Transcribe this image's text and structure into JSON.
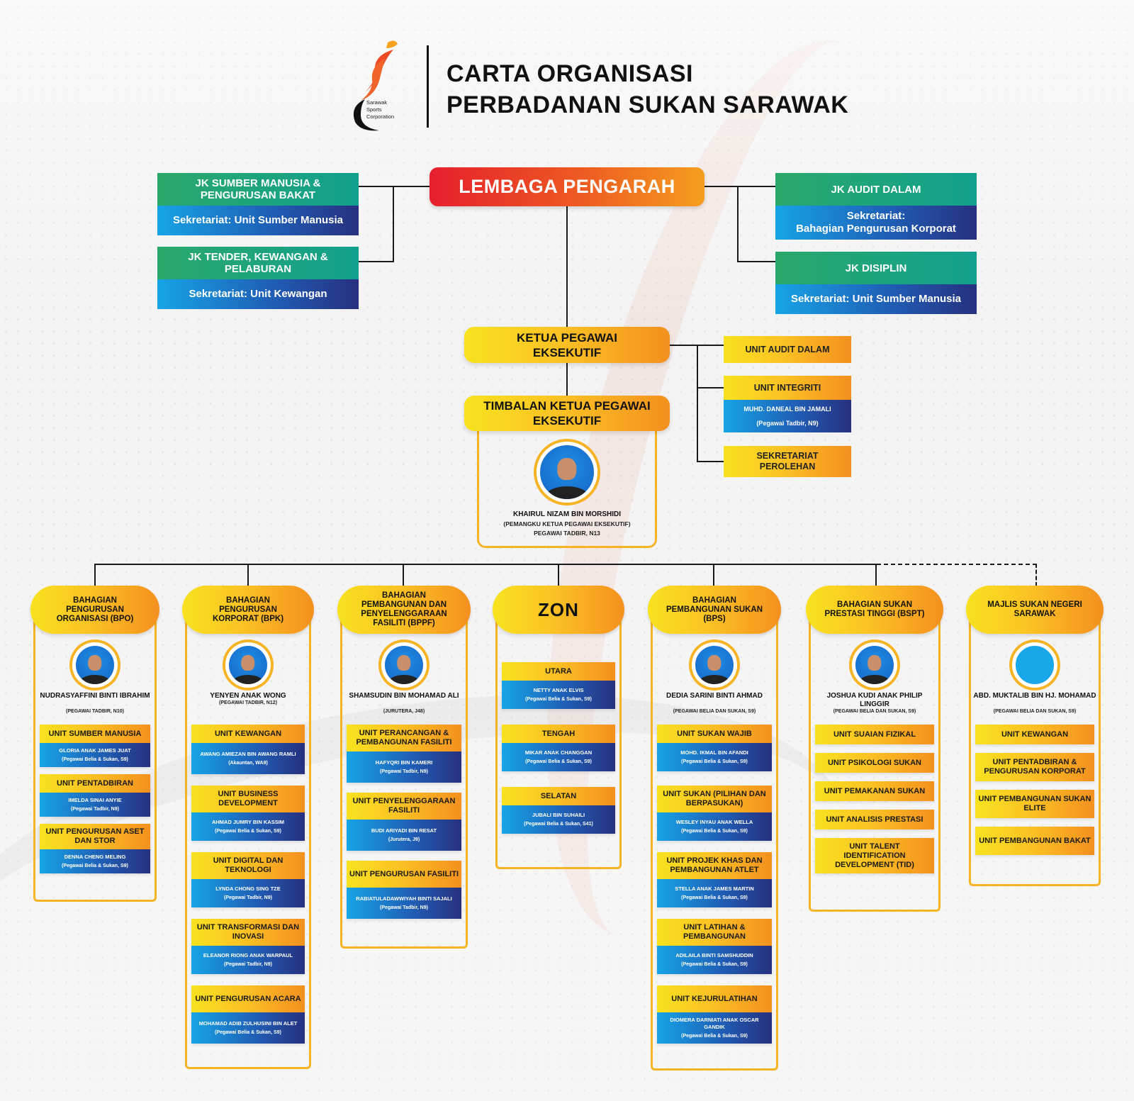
{
  "header": {
    "logo_lines": [
      "Sarawak",
      "Sports",
      "Corporation"
    ],
    "title_line1": "CARTA ORGANISASI",
    "title_line2": "PERBADANAN SUKAN SARAWAK"
  },
  "board": {
    "label": "LEMBAGA PENGARAH"
  },
  "committees_left": [
    {
      "title": "JK SUMBER MANUSIA & PENGURUSAN BAKAT",
      "secretariat": "Sekretariat: Unit Sumber Manusia"
    },
    {
      "title": "JK TENDER, KEWANGAN & PELABURAN",
      "secretariat": "Sekretariat: Unit Kewangan"
    }
  ],
  "committees_right": [
    {
      "title": "JK AUDIT DALAM",
      "secretariat_line1": "Sekretariat:",
      "secretariat_line2": "Bahagian Pengurusan Korporat"
    },
    {
      "title": "JK DISIPLIN",
      "secretariat": "Sekretariat: Unit Sumber Manusia"
    }
  ],
  "ceo": {
    "label": "KETUA PEGAWAI EKSEKUTIF"
  },
  "ceo_units": [
    {
      "label": "UNIT AUDIT DALAM"
    },
    {
      "label": "UNIT INTEGRITI",
      "person": "MUHD. DANEAL BIN JAMALI",
      "role": "(Pegawai Tadbir, N9)"
    },
    {
      "label": "SEKRETARIAT PEROLEHAN"
    }
  ],
  "deputy": {
    "label": "TIMBALAN KETUA PEGAWAI EKSEKUTIF",
    "name": "KHAIRUL NIZAM BIN MORSHIDI",
    "title": "(PEMANGKU KETUA PEGAWAI EKSEKUTIF)",
    "grade": "PEGAWAI TADBIR, N13"
  },
  "divisions": [
    {
      "name": "BAHAGIAN PENGURUSAN ORGANISASI (BPO)",
      "head": "NUDRASYAFFINI BINTI IBRAHIM",
      "head_role": "(PEGAWAI TADBIR, N10)",
      "units": [
        {
          "label": "UNIT SUMBER MANUSIA",
          "person": "GLORIA ANAK JAMES JUAT",
          "role": "(Pegawai Belia & Sukan, S9)"
        },
        {
          "label": "UNIT PENTADBIRAN",
          "person": "IMELDA SINAI ANYIE",
          "role": "(Pegawai Tadbir, N9)"
        },
        {
          "label": "UNIT PENGURUSAN ASET DAN STOR",
          "person": "DENNA CHENG MELING",
          "role": "(Pegawai Belia & Sukan, S9)"
        }
      ]
    },
    {
      "name": "BAHAGIAN PENGURUSAN KORPORAT (BPK)",
      "head": "YENYEN ANAK WONG",
      "head_role": "(PEGAWAI TADBIR, N12)",
      "units": [
        {
          "label": "UNIT KEWANGAN",
          "person": "AWANG AMIEZAN BIN AWANG RAMLI",
          "role": "(Akauntan, WA9)"
        },
        {
          "label": "UNIT BUSINESS DEVELOPMENT",
          "person": "AHMAD JUMRY BIN KASSIM",
          "role": "(Pegawai Belia & Sukan, S9)"
        },
        {
          "label": "UNIT DIGITAL DAN TEKNOLOGI",
          "person": "LYNDA CHONG SING TZE",
          "role": "(Pegawai Tadbir, N9)"
        },
        {
          "label": "UNIT TRANSFORMASI DAN INOVASI",
          "person": "ELEANOR RIONG ANAK WARPAUL",
          "role": "(Pegawai Tadbir, N9)"
        },
        {
          "label": "UNIT PENGURUSAN ACARA",
          "person": "MOHAMAD ADIB ZULHUSINI BIN ALET",
          "role": "(Pegawai Belia & Sukan, S9)"
        }
      ]
    },
    {
      "name": "BAHAGIAN PEMBANGUNAN DAN PENYELENGGARAAN FASILITI (BPPF)",
      "head": "SHAMSUDIN BIN MOHAMAD ALI",
      "head_role": "(JURUTERA, J48)",
      "units": [
        {
          "label": "UNIT PERANCANGAN & PEMBANGUNAN FASILITI",
          "person": "HAFYQRI BIN KAMERI",
          "role": "(Pegawai Tadbir, N9)"
        },
        {
          "label": "UNIT PENYELENGGARAAN FASILITI",
          "person": "BUDI ARIYADI BIN RESAT",
          "role": "(Jurutera, J9)"
        },
        {
          "label": "UNIT PENGURUSAN FASILITI",
          "person": "RABIATULADAWWIYAH BINTI SAJALI",
          "role": "(Pegawai Tadbir, N9)"
        }
      ]
    },
    {
      "name": "ZON",
      "units": [
        {
          "label": "UTARA",
          "person": "NETTY ANAK ELVIS",
          "role": "(Pegawai Belia & Sukan, S9)"
        },
        {
          "label": "TENGAH",
          "person": "MIKAR ANAK CHANGGAN",
          "role": "(Pegawai Belia & Sukan, S9)"
        },
        {
          "label": "SELATAN",
          "person": "JUBALI BIN SUHAILI",
          "role": "(Pegawai Belia & Sukan, S41)"
        }
      ]
    },
    {
      "name": "BAHAGIAN PEMBANGUNAN SUKAN (BPS)",
      "head": "DEDIA SARINI BINTI AHMAD",
      "head_role": "(PEGAWAI BELIA DAN SUKAN, S9)",
      "units": [
        {
          "label": "UNIT SUKAN WAJIB",
          "person": "MOHD. IKMAL BIN AFANDI",
          "role": "(Pegawai Belia & Sukan, S9)"
        },
        {
          "label": "UNIT SUKAN (PILIHAN DAN BERPASUKAN)",
          "person": "WESLEY INYAU ANAK WELLA",
          "role": "(Pegawai Belia & Sukan, S9)"
        },
        {
          "label": "UNIT PROJEK KHAS DAN PEMBANGUNAN ATLET",
          "person": "STELLA ANAK JAMES MARTIN",
          "role": "(Pegawai Belia & Sukan, S9)"
        },
        {
          "label": "UNIT LATIHAN & PEMBANGUNAN",
          "person": "ADILAILA BINTI SAMSHUDDIN",
          "role": "(Pegawai Belia & Sukan, S9)"
        },
        {
          "label": "UNIT KEJURULATIHAN",
          "person": "DIOMERA DARNIATI ANAK OSCAR GANDIK",
          "role": "(Pegawai Belia & Sukan, S9)"
        }
      ]
    },
    {
      "name": "BAHAGIAN SUKAN PRESTASI TINGGI (BSPT)",
      "head": "JOSHUA KUDI ANAK PHILIP LINGGIR",
      "head_role": "(PEGAWAI BELIA DAN SUKAN, S9)",
      "units": [
        {
          "label": "UNIT SUAIAN FIZIKAL"
        },
        {
          "label": "UNIT PSIKOLOGI SUKAN"
        },
        {
          "label": "UNIT PEMAKANAN SUKAN"
        },
        {
          "label": "UNIT ANALISIS PRESTASI"
        },
        {
          "label": "UNIT TALENT IDENTIFICATION DEVELOPMENT (TID)"
        }
      ]
    },
    {
      "name": "MAJLIS SUKAN NEGERI SARAWAK",
      "head": "ABD. MUKTALIB BIN HJ. MOHAMAD",
      "head_role": "(PEGAWAI BELIA DAN SUKAN, S9)",
      "units": [
        {
          "label": "UNIT KEWANGAN"
        },
        {
          "label": "UNIT PENTADBIRAN & PENGURUSAN KORPORAT"
        },
        {
          "label": "UNIT PEMBANGUNAN SUKAN ELITE"
        },
        {
          "label": "UNIT PEMBANGUNAN BAKAT"
        }
      ]
    }
  ],
  "colors": {
    "board_red": "#e51f2d",
    "yellow": "#f8e21f",
    "orange": "#f4901f",
    "committee_green": "#2aa86b",
    "blue_start": "#17a4e6",
    "blue_end": "#27307f"
  }
}
